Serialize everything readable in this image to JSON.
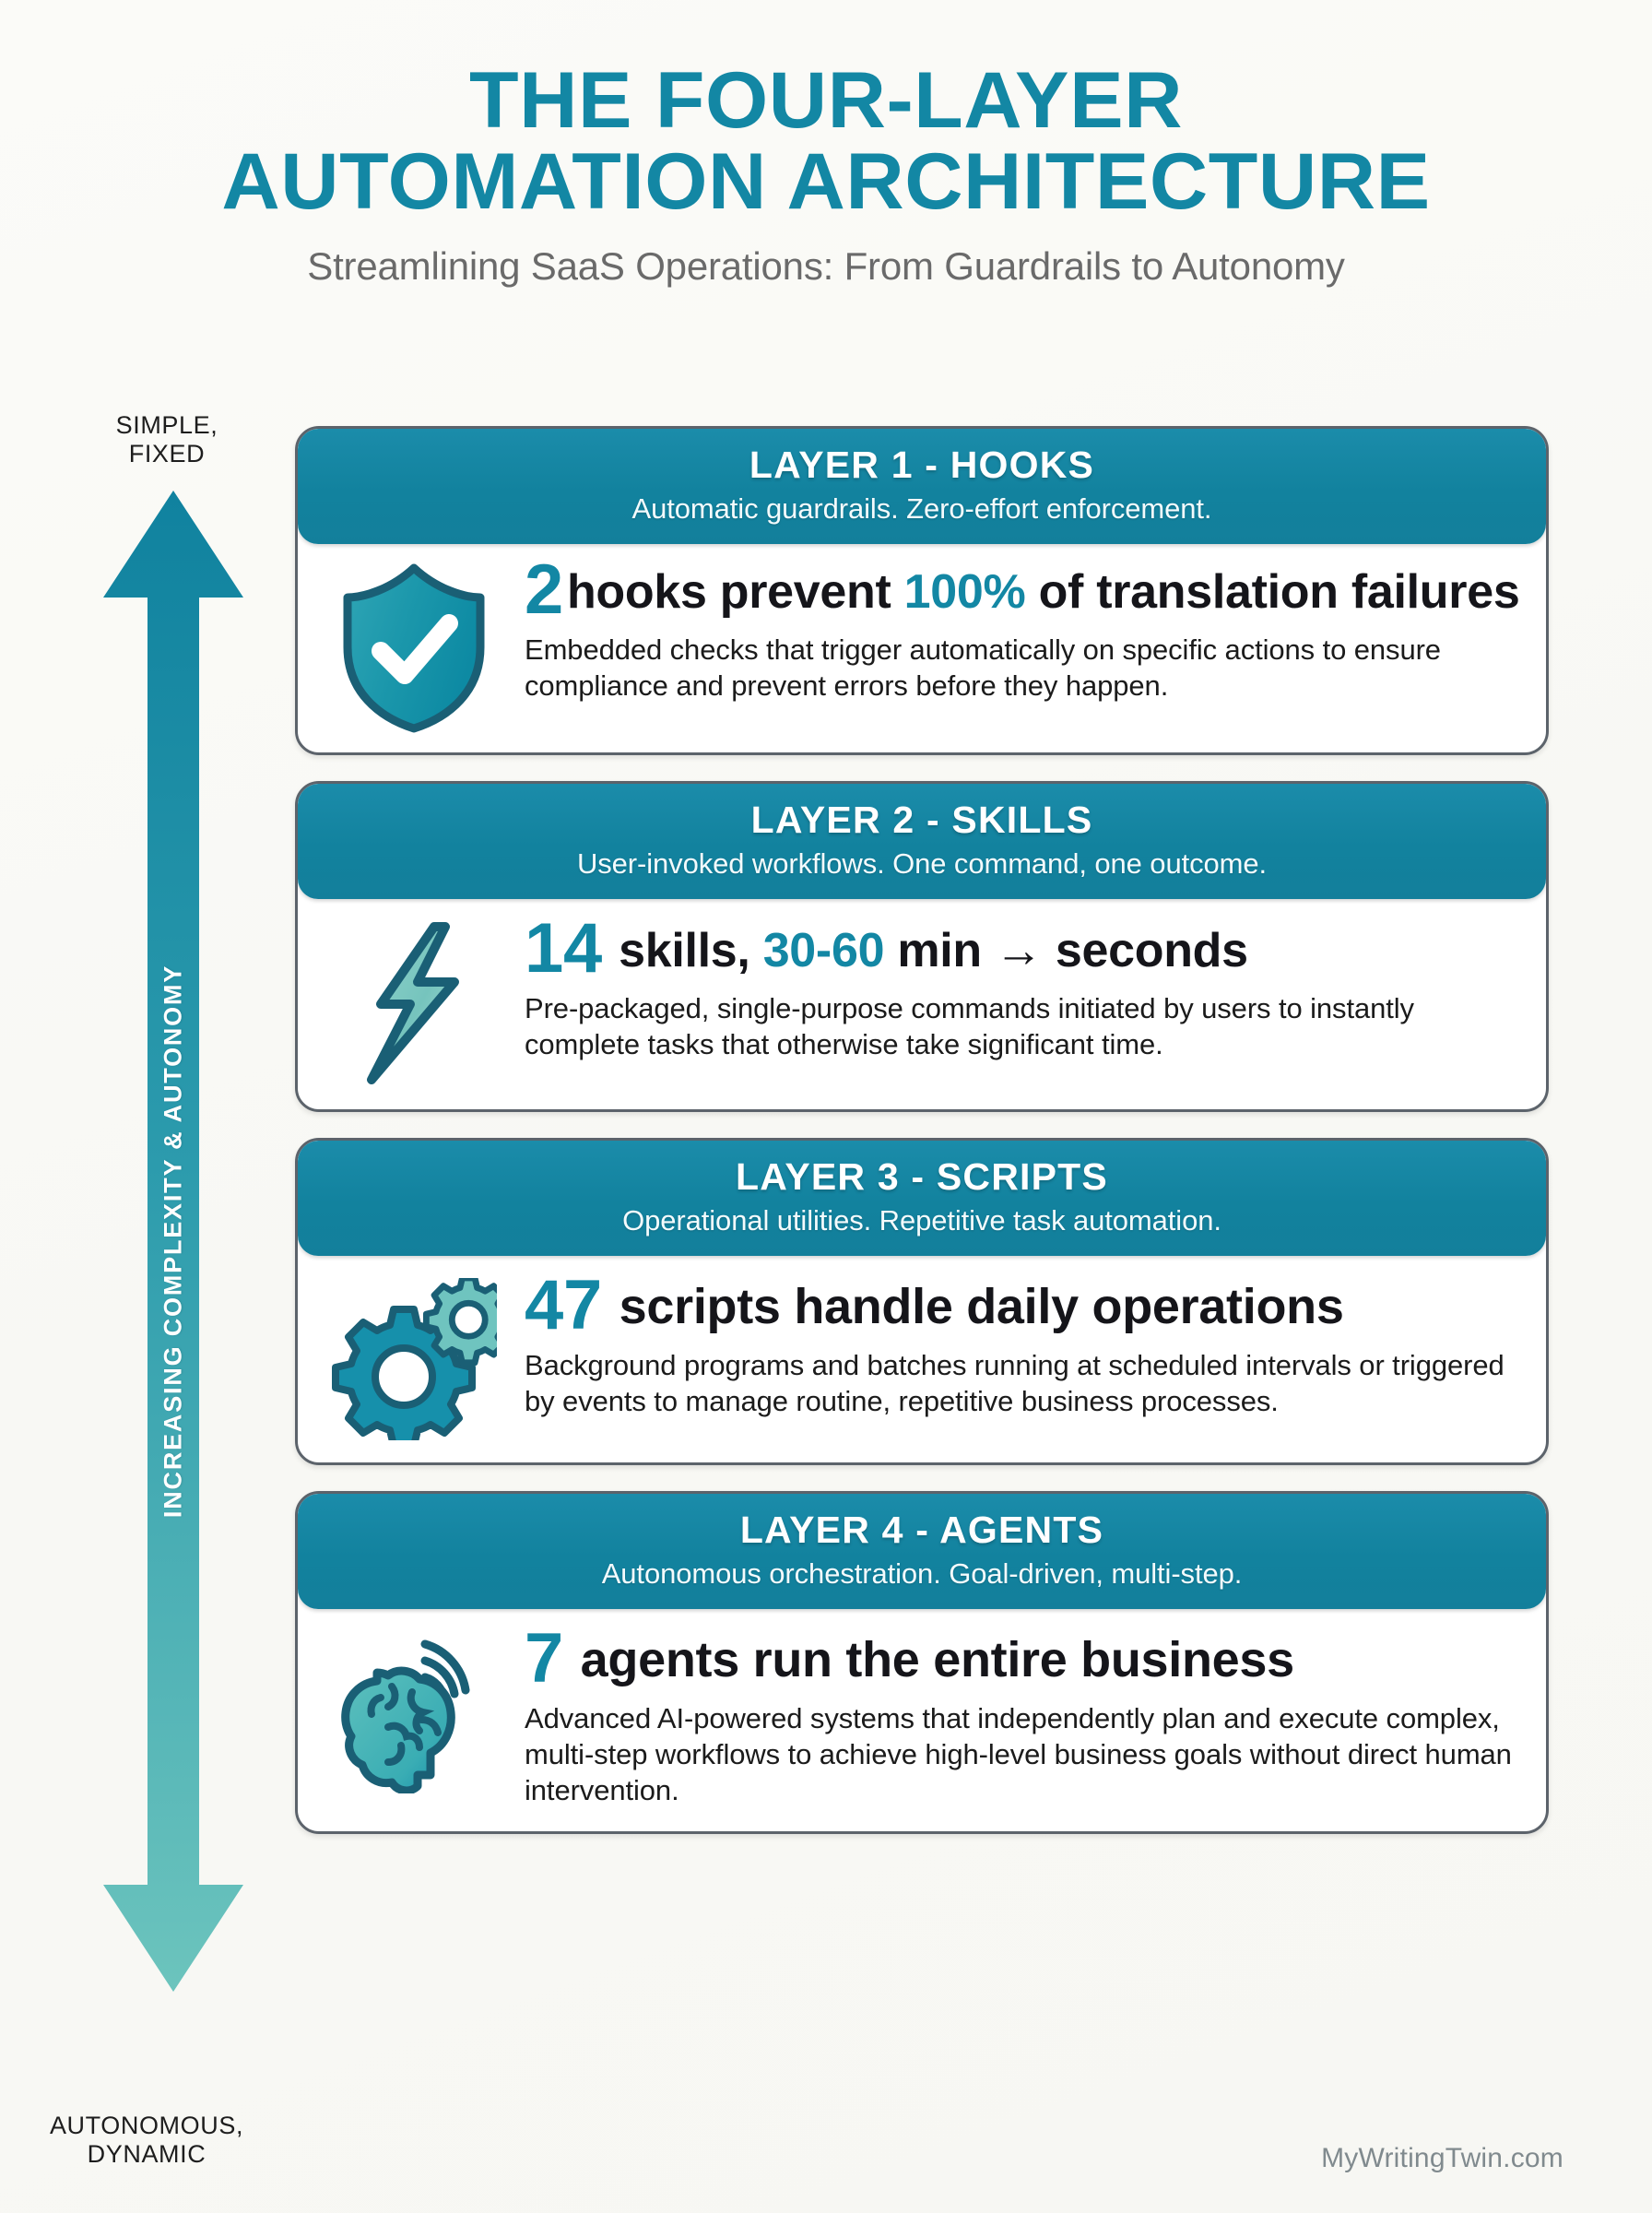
{
  "header": {
    "title_line1": "THE FOUR-LAYER",
    "title_line2": "AUTOMATION ARCHITECTURE",
    "subtitle": "Streamlining SaaS Operations: From Guardrails to Autonomy",
    "title_color": "#1387a4",
    "subtitle_color": "#6a6a6a"
  },
  "axis": {
    "top_label": "SIMPLE,\nFIXED",
    "top_label_line1": "SIMPLE,",
    "top_label_line2": "FIXED",
    "bottom_label_line1": "AUTONOMOUS,",
    "bottom_label_line2": "DYNAMIC",
    "vertical_label": "INCREASING COMPLEXITY & AUTONOMY",
    "gradient_top_color": "#10829f",
    "gradient_bottom_color": "#6cc4bd",
    "icon": "double-headed-vertical-arrow"
  },
  "layers": [
    {
      "id": "layer-1",
      "title": "LAYER 1 - HOOKS",
      "subtitle": "Automatic guardrails. Zero-effort enforcement.",
      "icon": "shield-check-icon",
      "stat_number": "2",
      "stat_text_before": "hooks prevent ",
      "stat_highlight": "100%",
      "stat_text_after": " of translation failures",
      "description": "Embedded checks that trigger automatically on specific actions to ensure compliance and prevent errors before they happen."
    },
    {
      "id": "layer-2",
      "title": "LAYER 2 - SKILLS",
      "subtitle": "User-invoked workflows. One command, one outcome.",
      "icon": "lightning-bolt-icon",
      "stat_number": "14",
      "stat_text_before": " skills, ",
      "stat_highlight": "30-60",
      "stat_text_after": " min → seconds",
      "description": "Pre-packaged, single-purpose commands initiated by users to instantly complete tasks that otherwise take significant time."
    },
    {
      "id": "layer-3",
      "title": "LAYER 3 - SCRIPTS",
      "subtitle": "Operational utilities. Repetitive task automation.",
      "icon": "gears-icon",
      "stat_number": "47",
      "stat_text_before": " scripts handle daily operations",
      "stat_highlight": "",
      "stat_text_after": "",
      "description": "Background programs and batches running at scheduled intervals or triggered by events to manage routine, repetitive business processes."
    },
    {
      "id": "layer-4",
      "title": "LAYER 4 - AGENTS",
      "subtitle": "Autonomous orchestration. Goal-driven, multi-step.",
      "icon": "brain-signal-icon",
      "stat_number": "7",
      "stat_text_before": " agents run the entire business",
      "stat_highlight": "",
      "stat_text_after": "",
      "description": "Advanced AI-powered systems that independently plan and execute complex, multi-step workflows to achieve high-level business goals without direct human intervention."
    }
  ],
  "footer": {
    "credit": "MyWritingTwin.com"
  },
  "colors": {
    "accent_teal": "#1387a4",
    "header_band": "#12829e",
    "card_border": "#5c636b",
    "background": "#fafaf7",
    "icon_dark_outline": "#1a5f75",
    "icon_light_teal": "#79c9c4"
  }
}
